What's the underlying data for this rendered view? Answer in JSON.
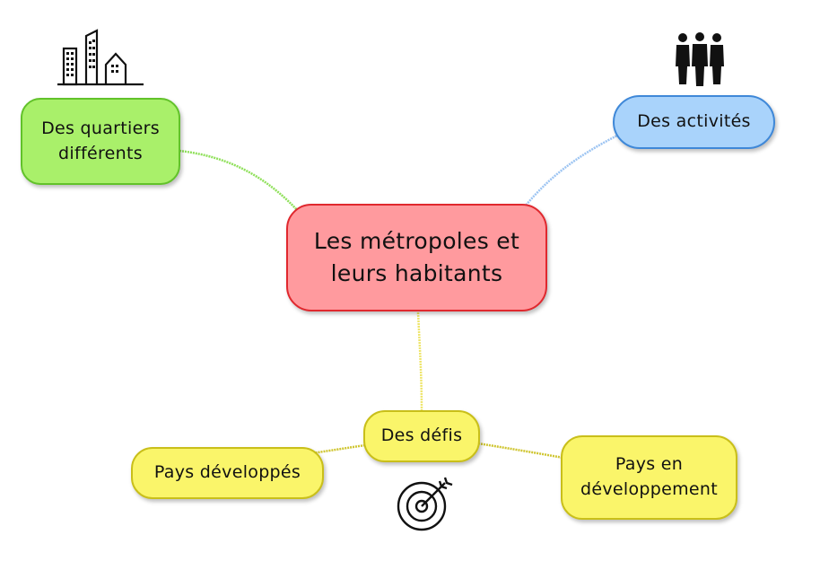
{
  "central": {
    "label_line1": "Les métropoles et",
    "label_line2": "leurs habitants",
    "color": "#ff9a9e",
    "border": "#e0282e"
  },
  "branches": [
    {
      "id": "quartiers",
      "label_line1": "Des quartiers",
      "label_line2": "différents",
      "color": "#a9f06a",
      "border": "#62c22a",
      "icon": "city-buildings-icon"
    },
    {
      "id": "activites",
      "label": "Des activités",
      "color": "#a9d3fb",
      "border": "#3f88d8",
      "icon": "people-group-icon"
    },
    {
      "id": "defis",
      "label": "Des défis",
      "color": "#faf56a",
      "border": "#c9bf1a",
      "icon": "target-arrow-icon",
      "children": [
        {
          "id": "developpes",
          "label": "Pays développés"
        },
        {
          "id": "developpement",
          "label_line1": "Pays en",
          "label_line2": "développement"
        }
      ]
    }
  ]
}
